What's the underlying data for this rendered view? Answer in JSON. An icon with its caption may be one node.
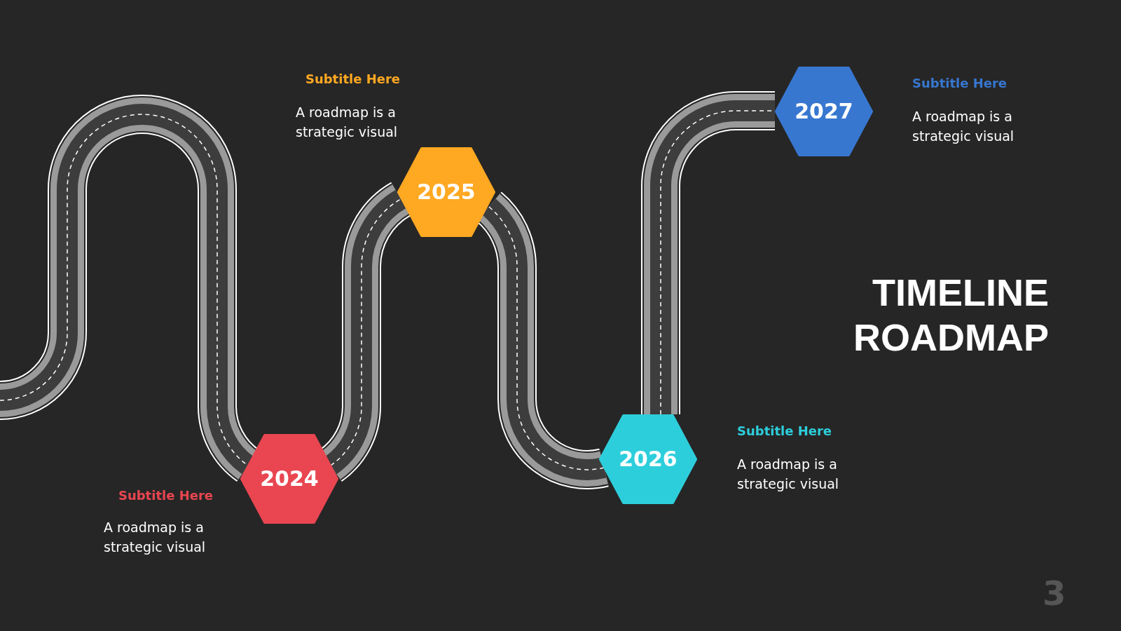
{
  "diagram": {
    "title": "TIMELINE ROADMAP",
    "nodes": [
      {
        "text": [
          "2024"
        ],
        "beside": [
          "Subtitle Here",
          "A roadmap is a strategic visual"
        ]
      },
      {
        "text": [
          "2025"
        ],
        "beside": [
          "Subtitle Here",
          "A roadmap is a strategic visual"
        ]
      },
      {
        "text": [
          "2026"
        ],
        "beside": [
          "Subtitle Here",
          "A roadmap is a strategic visual"
        ]
      },
      {
        "text": [
          "2027"
        ],
        "beside": [
          "Subtitle Here",
          "A roadmap is a strategic visual"
        ]
      }
    ],
    "edges": [
      {
        "from": null,
        "to": 0,
        "arrow": "none"
      },
      {
        "from": 0,
        "to": 1,
        "arrow": "none"
      },
      {
        "from": 1,
        "to": 2,
        "arrow": "none"
      },
      {
        "from": 2,
        "to": 3,
        "arrow": "none"
      }
    ],
    "labels": [
      "3"
    ]
  }
}
